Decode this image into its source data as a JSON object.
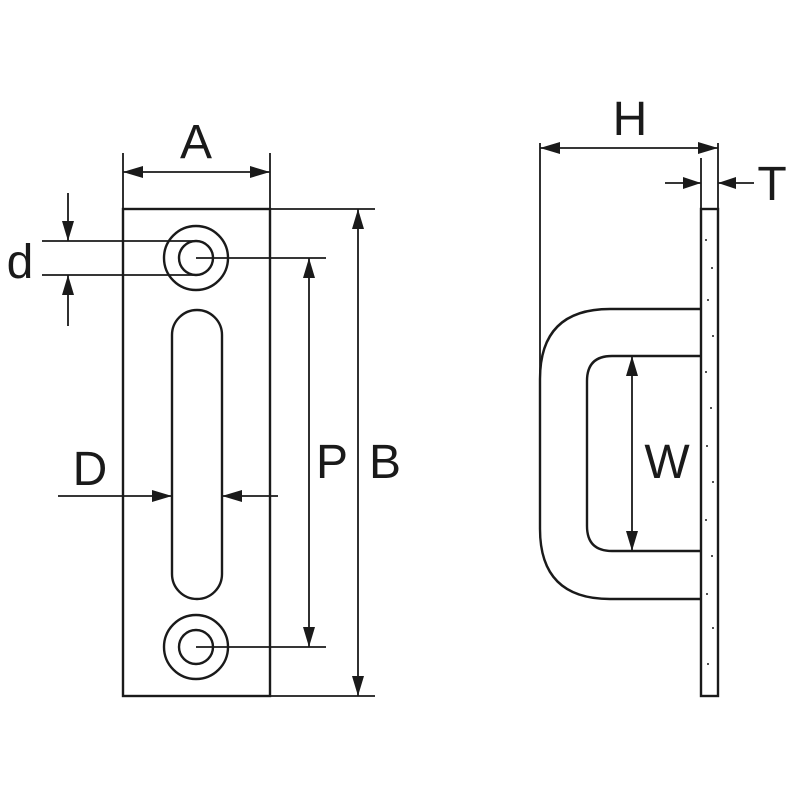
{
  "labels": {
    "A": "A",
    "B": "B",
    "P": "P",
    "D": "D",
    "d": "d",
    "H": "H",
    "T": "T",
    "W": "W"
  },
  "colors": {
    "line": "#1a1a1a",
    "background": "#ffffff"
  }
}
